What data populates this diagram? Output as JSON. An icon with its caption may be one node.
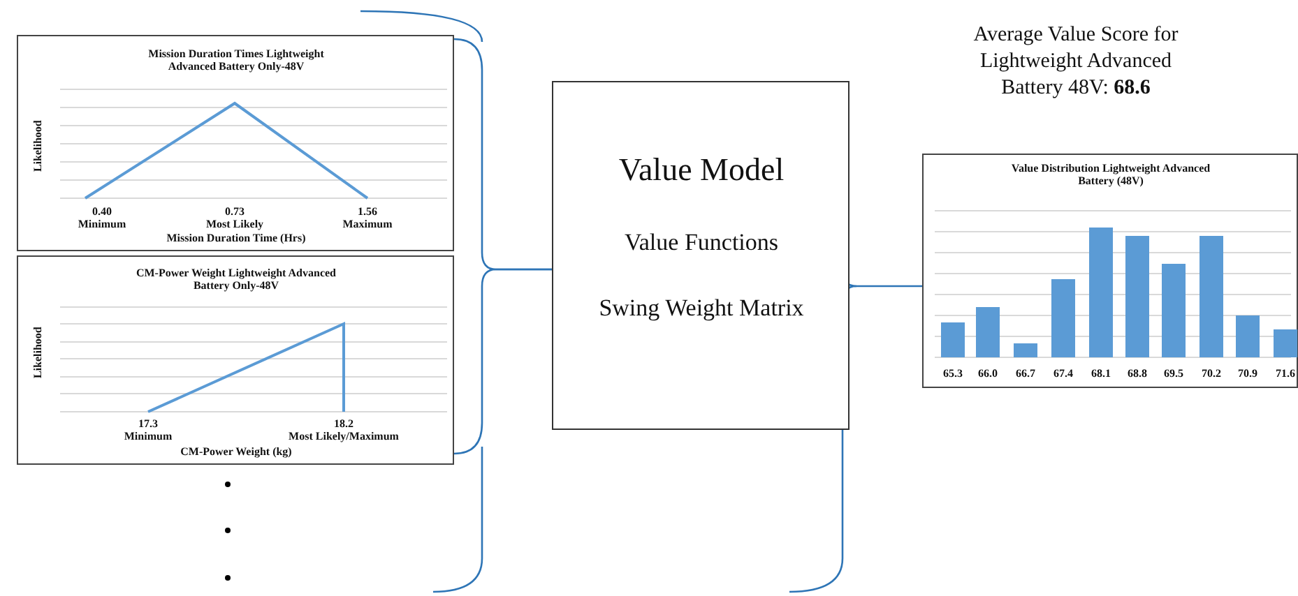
{
  "diagram": {
    "nodes": [
      {
        "text": [
          "Mission Duration Times Lightweight Advanced Battery Only-48V",
          "Likelihood",
          "0.40",
          "Minimum",
          "0.73",
          "Most Likely",
          "1.56",
          "Maximum",
          "Mission Duration Time (Hrs)"
        ]
      },
      {
        "text": [
          "CM-Power Weight Lightweight Advanced Battery Only-48V",
          "Likelihood",
          "17.3",
          "Minimum",
          "18.2",
          "Most Likely/Maximum",
          "CM-Power Weight (kg)"
        ]
      },
      {
        "text": [
          "Value Model",
          "Value Functions",
          "Swing Weight Matrix"
        ]
      },
      {
        "text": [
          "Value Distribution Lightweight Advanced Battery (48V)",
          "65.3",
          "66.0",
          "66.7",
          "67.4",
          "68.1",
          "68.8",
          "69.5",
          "70.2",
          "70.9",
          "71.6"
        ],
        "beside": [
          "Average Value Score for Lightweight Advanced Battery 48V: **68.6**"
        ]
      }
    ],
    "edges": [
      {
        "from": 0,
        "to": 2,
        "arrow": "none"
      },
      {
        "from": 1,
        "to": 2,
        "arrow": "none"
      },
      {
        "from": 2,
        "to": 3,
        "arrow": "none"
      }
    ]
  }
}
